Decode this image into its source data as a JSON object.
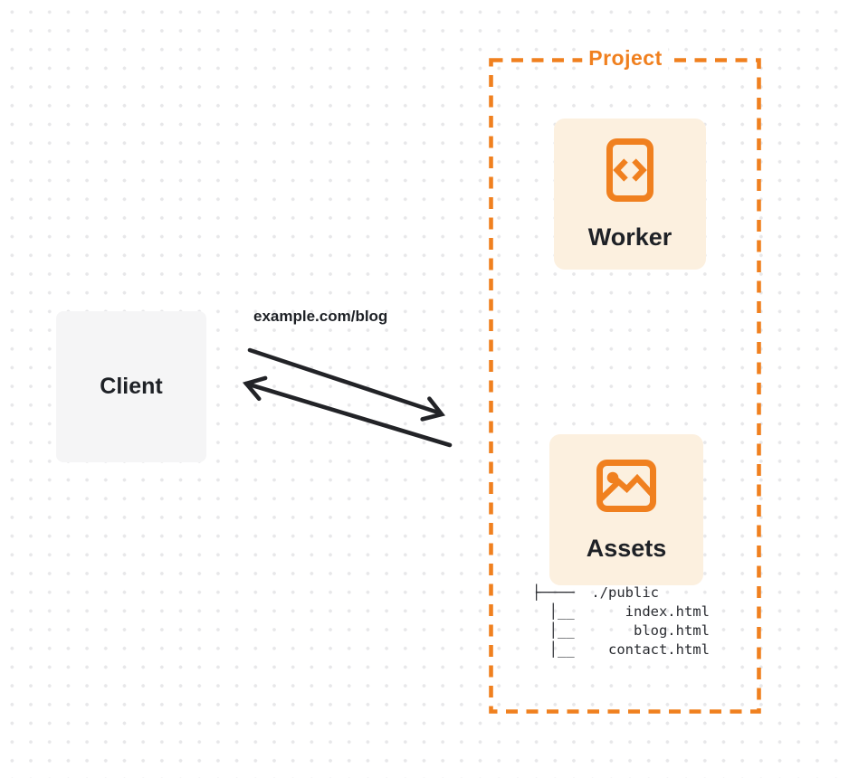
{
  "colors": {
    "accent": "#F0801F",
    "card_bg": "#FCF0DF",
    "client_bg": "#F5F5F6",
    "arrow": "#222327",
    "text_dark": "#1E2126"
  },
  "diagram": {
    "client": {
      "label": "Client"
    },
    "request": {
      "label": "example.com/blog"
    },
    "project": {
      "label": "Project",
      "worker": {
        "label": "Worker",
        "icon": "code-file-icon"
      },
      "assets": {
        "label": "Assets",
        "icon": "image-icon",
        "file_tree_text": "├────  ./public\n  │__      index.html\n  │__       blog.html\n  │__    contact.html"
      }
    }
  }
}
